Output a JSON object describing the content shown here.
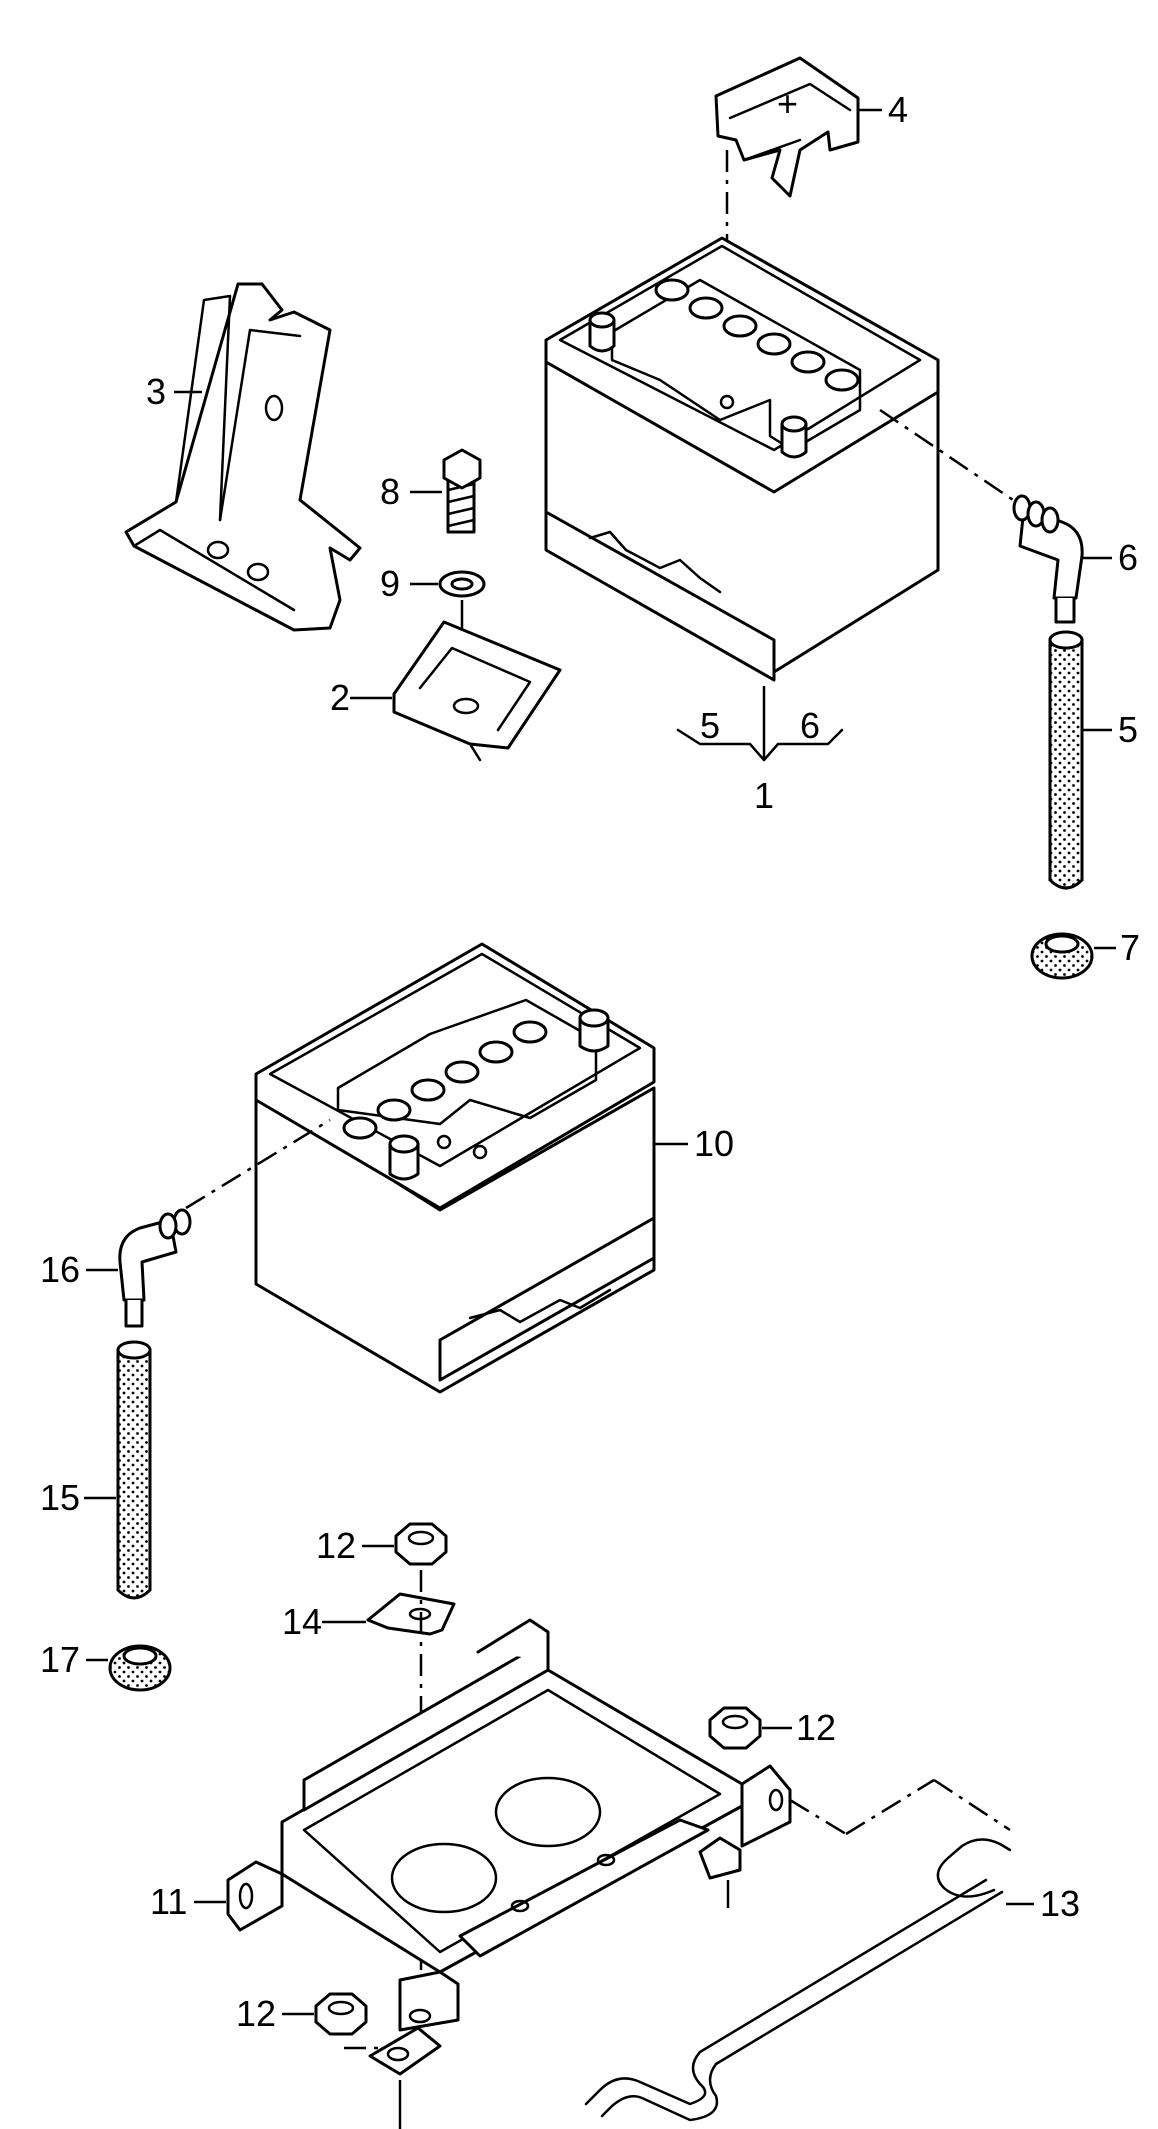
{
  "diagram": {
    "line_color": "#000000",
    "background": "#ffffff",
    "callouts": {
      "c1": "1",
      "c2": "2",
      "c3": "3",
      "c4": "4",
      "c5_bracket": "5",
      "c6_bracket": "6",
      "c5_hose": "5",
      "c6_elbow": "6",
      "c7": "7",
      "c8": "8",
      "c9": "9",
      "c10": "10",
      "c11": "11",
      "c12_top": "12",
      "c12_right": "12",
      "c12_bottom": "12",
      "c13": "13",
      "c14": "14",
      "c15": "15",
      "c16": "16",
      "c17": "17"
    },
    "cover_symbol": "+"
  }
}
